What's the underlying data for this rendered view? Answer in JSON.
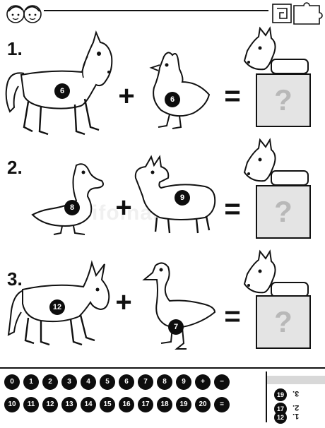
{
  "worksheet": {
    "equations": [
      {
        "number": "1.",
        "left_value": "6",
        "right_value": "6",
        "operator": "+",
        "equals": "=",
        "answer_mark": "?"
      },
      {
        "number": "2.",
        "left_value": "8",
        "right_value": "9",
        "operator": "+",
        "equals": "=",
        "answer_mark": "?"
      },
      {
        "number": "3.",
        "left_value": "12",
        "right_value": "7",
        "operator": "+",
        "equals": "=",
        "answer_mark": "?"
      }
    ],
    "number_strip_row1": [
      "0",
      "1",
      "2",
      "3",
      "4",
      "5",
      "6",
      "7",
      "8",
      "9",
      "+",
      "−"
    ],
    "number_strip_row2": [
      "10",
      "11",
      "12",
      "13",
      "14",
      "15",
      "16",
      "17",
      "18",
      "19",
      "20",
      "="
    ],
    "answers": [
      "3.",
      "2.",
      "1."
    ],
    "answer_values": [
      "19",
      "17",
      "12"
    ],
    "watermark": "ifolnart"
  }
}
